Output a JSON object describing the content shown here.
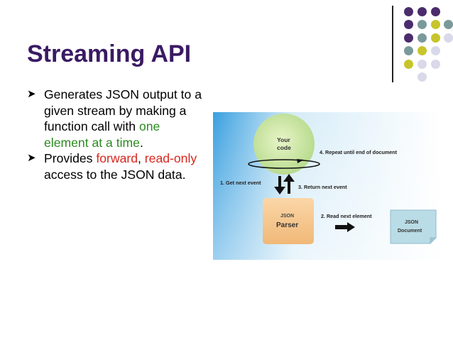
{
  "slide": {
    "title": "Streaming API",
    "bullets": [
      {
        "text_parts": [
          {
            "text": "Generates JSON output to a given stream by making a function call with ",
            "color": "default"
          },
          {
            "text": "one element at a time",
            "color": "#2a8a1e"
          },
          {
            "text": ".",
            "color": "default"
          }
        ]
      },
      {
        "text_parts": [
          {
            "text": "Provides ",
            "color": "default"
          },
          {
            "text": "forward",
            "color": "#d7261e"
          },
          {
            "text": ", ",
            "color": "default"
          },
          {
            "text": "read-only",
            "color": "#d7261e"
          },
          {
            "text": " access to the JSON data.",
            "color": "default"
          }
        ]
      }
    ]
  },
  "diagram": {
    "your_code_label": [
      "Your",
      "code"
    ],
    "parser_label": [
      "JSON",
      "Parser"
    ],
    "document_label": [
      "JSON",
      "Document"
    ],
    "step1": "1. Get next event",
    "step2": "2. Read next element",
    "step3": "3. Return next event",
    "step4": "4. Repeat until end of document"
  },
  "theme": {
    "title_color": "#3a1a63",
    "accent_green": "#2a8a1e",
    "accent_red": "#d7261e",
    "dot_colors": [
      "#4b2c6d",
      "#7a9a9a",
      "#c7c52b",
      "#d9d9ea"
    ]
  }
}
